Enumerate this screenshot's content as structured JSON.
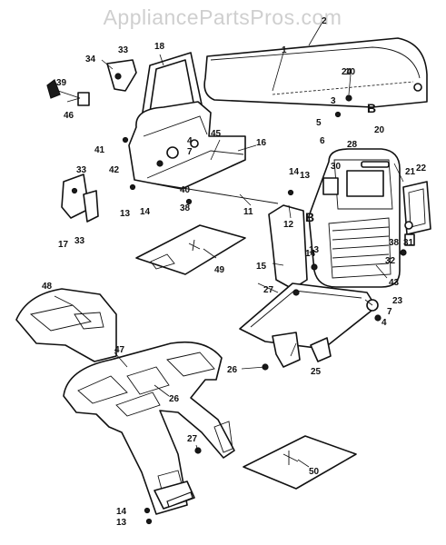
{
  "watermark": "AppliancePartsPros.com",
  "callouts": [
    "1",
    "2",
    "3",
    "4",
    "5",
    "6",
    "7",
    "10",
    "11",
    "12",
    "13",
    "14",
    "15",
    "16",
    "17",
    "18",
    "20",
    "21",
    "22",
    "23",
    "24",
    "25",
    "26",
    "27",
    "28",
    "30",
    "31",
    "32",
    "33",
    "34",
    "38",
    "39",
    "40",
    "41",
    "42",
    "43",
    "45",
    "46",
    "47",
    "48",
    "49",
    "50"
  ],
  "reference_marks": [
    "B"
  ]
}
